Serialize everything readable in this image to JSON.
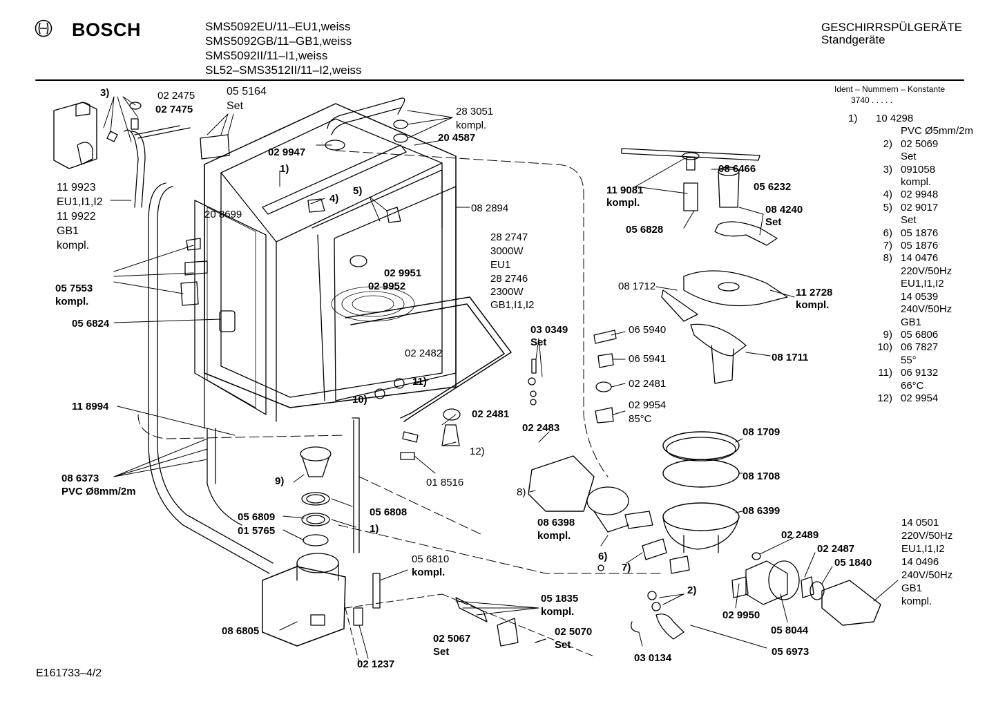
{
  "brand": {
    "name": "BOSCH",
    "logo_icon": "bosch-armature-logo-icon"
  },
  "models": [
    "SMS5092EU/11–EU1,weiss",
    "SMS5092GB/11–GB1,weiss",
    "SMS5092II/11–I1,weiss",
    "SL52–SMS3512II/11–I2,weiss"
  ],
  "category": {
    "title": "GESCHIRRSPÜLGERÄTE",
    "subtitle": "Standgeräte"
  },
  "ident": {
    "heading": "Ident – Nummern – Konstante",
    "value": "3740 . . . . ."
  },
  "footer": {
    "doc_number": "E161733–4/2"
  },
  "legend": [
    {
      "num": "1)",
      "lines": [
        "10 4298"
      ]
    },
    {
      "num": "",
      "lines": [
        "PVC   Ø5mm/2m"
      ]
    },
    {
      "num": "2)",
      "lines": [
        "02 5069",
        "Set"
      ]
    },
    {
      "num": "3)",
      "lines": [
        "091058",
        "kompl."
      ]
    },
    {
      "num": "4)",
      "lines": [
        "02 9948"
      ]
    },
    {
      "num": "5)",
      "lines": [
        "02 9017",
        "Set"
      ]
    },
    {
      "num": "6)",
      "lines": [
        "05 1876"
      ]
    },
    {
      "num": "7)",
      "lines": [
        "05 1876"
      ]
    },
    {
      "num": "8)",
      "lines": [
        "14 0476",
        "220V/50Hz",
        "EU1,I1,I2",
        "14 0539",
        "240V/50Hz",
        "GB1"
      ]
    },
    {
      "num": "9)",
      "lines": [
        "05 6806"
      ]
    },
    {
      "num": "10)",
      "lines": [
        "06 7827",
        "55°"
      ]
    },
    {
      "num": "11)",
      "lines": [
        "06 9132",
        "66°C"
      ]
    },
    {
      "num": "12)",
      "lines": [
        "02 9954"
      ]
    }
  ],
  "labels": {
    "p3": "3)",
    "p022475": "02 2475",
    "p027475": "02 7475",
    "p055164": "05 5164",
    "set_a": "Set",
    "p283051": "28 3051",
    "kompl_a": "kompl.",
    "p029947": "02 9947",
    "p204587": "20 4587",
    "p1a": "1)",
    "p4": "4)",
    "p5": "5)",
    "p082894": "08 2894",
    "p119923": "11 9923",
    "eu1": "EU1,I1,I2",
    "p119922": "11 9922",
    "gb1": "GB1",
    "kompl_b": "kompl.",
    "p208699": "20 8699",
    "p282747": "28 2747",
    "w3000": "3000W",
    "eu1b": "EU1",
    "p282746": "28 2746",
    "w2300": "2300W",
    "gb1b": "GB1,I1,I2",
    "p029951": "02 9951",
    "p029952": "02 9952",
    "p057553": "05 7553",
    "kompl_c": "kompl.",
    "p056824": "05 6824",
    "p022482": "02 2482",
    "p11": "11)",
    "p10": "10)",
    "p118994": "11 8994",
    "p022481a": "02 2481",
    "p12": "12)",
    "p018516": "01 8516",
    "p086373": "08 6373",
    "pvc8": "PVC Ø8mm/2m",
    "p9": "9)",
    "p056809": "05 6809",
    "p056808": "05 6808",
    "p015765": "01 5765",
    "p1b": "1)",
    "p056810": "05 6810",
    "kompl_d": "kompl.",
    "p086805": "08 6805",
    "p021237": "02 1237",
    "p051835": "05 1835",
    "kompl_e": "kompl.",
    "p025067": "02 5067",
    "set_b": "Set",
    "p025070": "02 5070",
    "set_c": "Set",
    "p086466": "08 6466",
    "p119081": "11 9081",
    "kompl_f": "kompl.",
    "p056232": "05 6232",
    "p084240": "08 4240",
    "set_d": "Set",
    "p056828": "05 6828",
    "p081712": "08 1712",
    "p112728": "11 2728",
    "kompl_g": "kompl.",
    "p030349": "03 0349",
    "set_e": "Set",
    "p065940": "06 5940",
    "p065941": "06 5941",
    "p081711": "08 1711",
    "p022481b": "02 2481",
    "p029954": "02 9954",
    "c85": "85°C",
    "p022483": "02 2483",
    "p081709": "08 1709",
    "p081708": "08 1708",
    "p8": "8)",
    "p086399": "08 6399",
    "p086398": "08 6398",
    "kompl_h": "kompl.",
    "p6": "6)",
    "p7": "7)",
    "p022489": "02 2489",
    "p022487": "02 2487",
    "p051840": "05 1840",
    "p2": "2)",
    "p029950": "02 9950",
    "p058044": "05 8044",
    "p030134": "03 0134",
    "p056973": "05 6973",
    "p140501": "14 0501",
    "v220": "220V/50Hz",
    "eu1c": "EU1,I1,I2",
    "p140496": "14 0496",
    "v240": "240V/50Hz",
    "gb1c": "GB1",
    "kompl_i": "kompl."
  }
}
